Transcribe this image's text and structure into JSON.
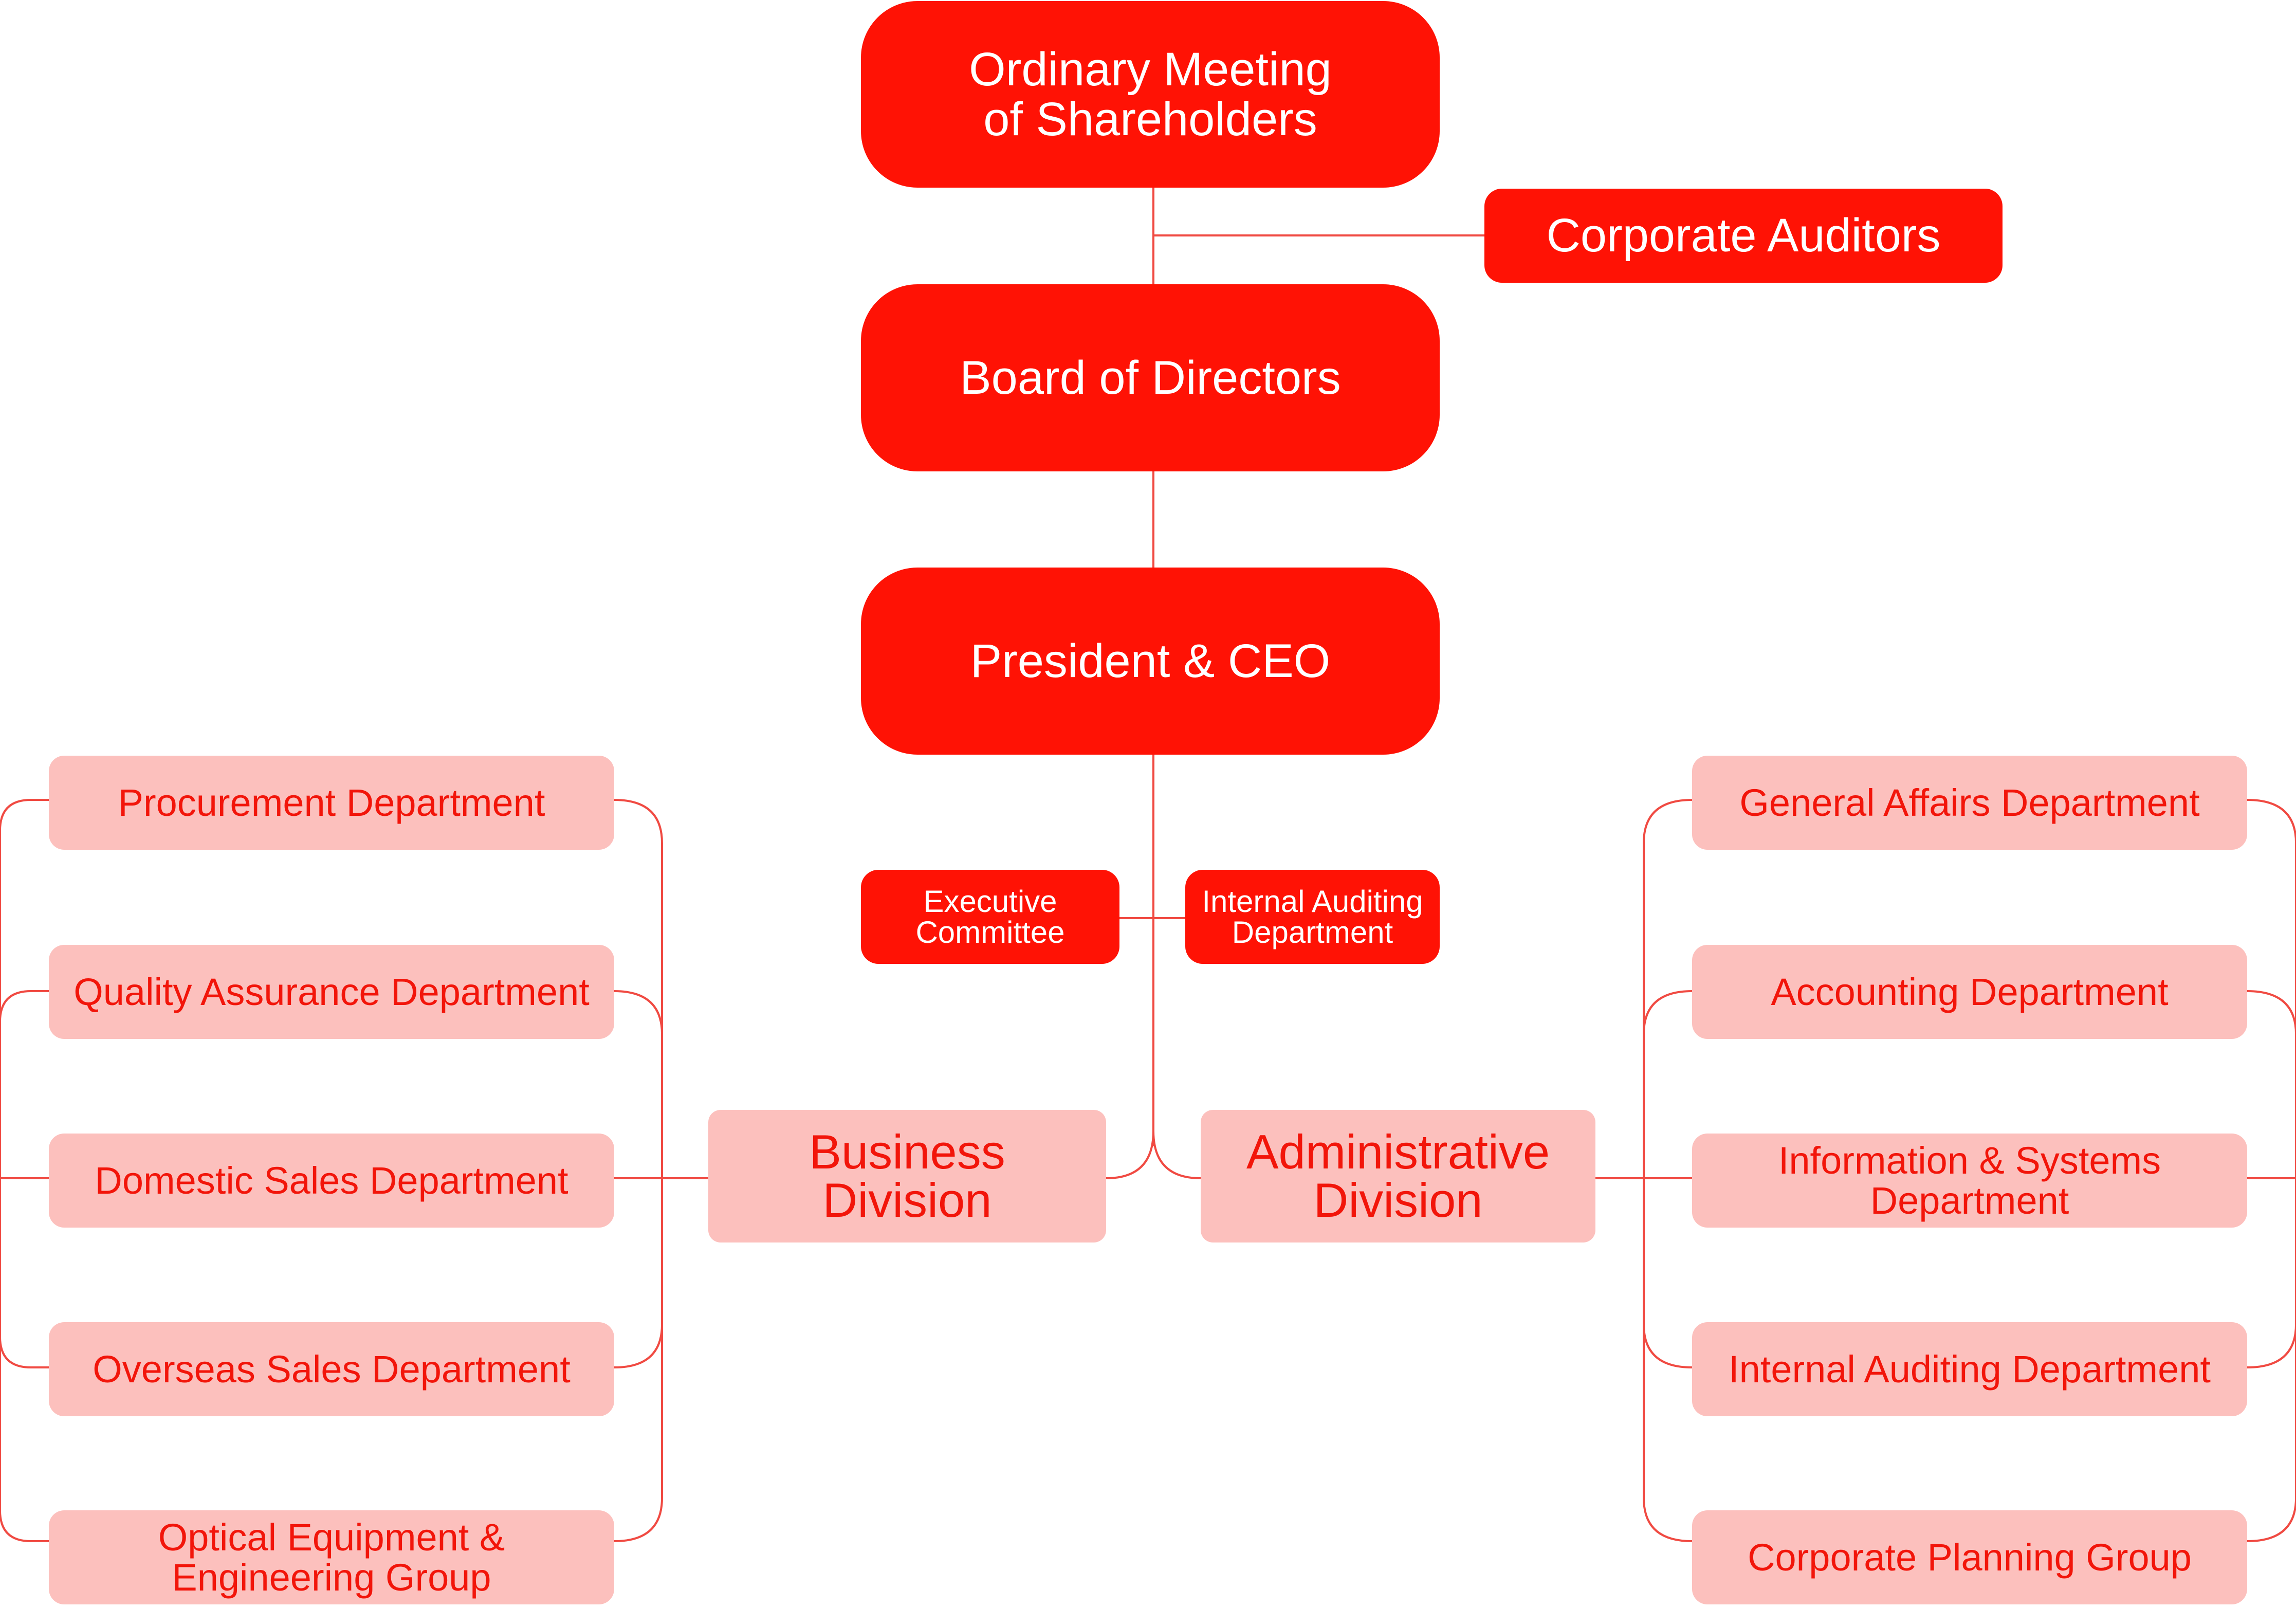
{
  "shareholders": "Ordinary Meeting of Shareholders",
  "corporate_auditors": "Corporate Auditors",
  "board": "Board of Directors",
  "president": "President & CEO",
  "executive_committee": "Executive Committee",
  "internal_auditing_small": "Internal Auditing Department",
  "business_division": "Business Division",
  "administrative_division": "Administrative Division",
  "business_departments": [
    "Procurement Department",
    "Quality Assurance Department",
    "Domestic Sales Department",
    "Overseas Sales Department",
    "Optical Equipment & Engineering Group"
  ],
  "administrative_departments": [
    "General Affairs Department",
    "Accounting Department",
    "Information & Systems Department",
    "Internal Auditing Department",
    "Corporate Planning Group"
  ],
  "colors": {
    "primary": "#ff1205",
    "light": "#fcc0bd",
    "line": "#f04a42"
  }
}
